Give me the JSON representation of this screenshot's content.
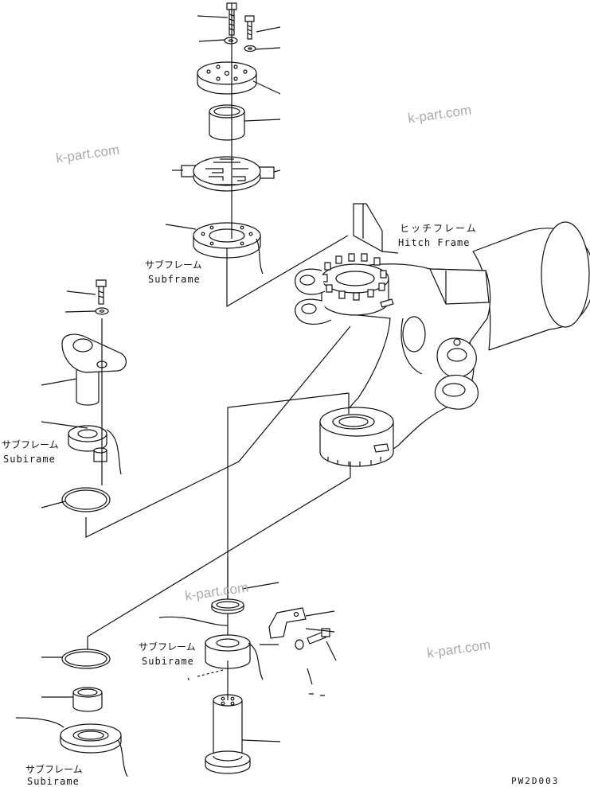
{
  "labels": {
    "hitch_frame_jp": "ヒッチフレーム",
    "hitch_frame_en": "Hitch Frame",
    "subframe_jp": "サブフレーム",
    "subframe_en": "Subframe",
    "subframe_en_variant": "Subirame"
  },
  "drawing_code": "PW2D003",
  "watermark": "k-part.com",
  "colors": {
    "line": "#111111",
    "watermark": "#a9a9a9",
    "background": "#ffffff"
  }
}
